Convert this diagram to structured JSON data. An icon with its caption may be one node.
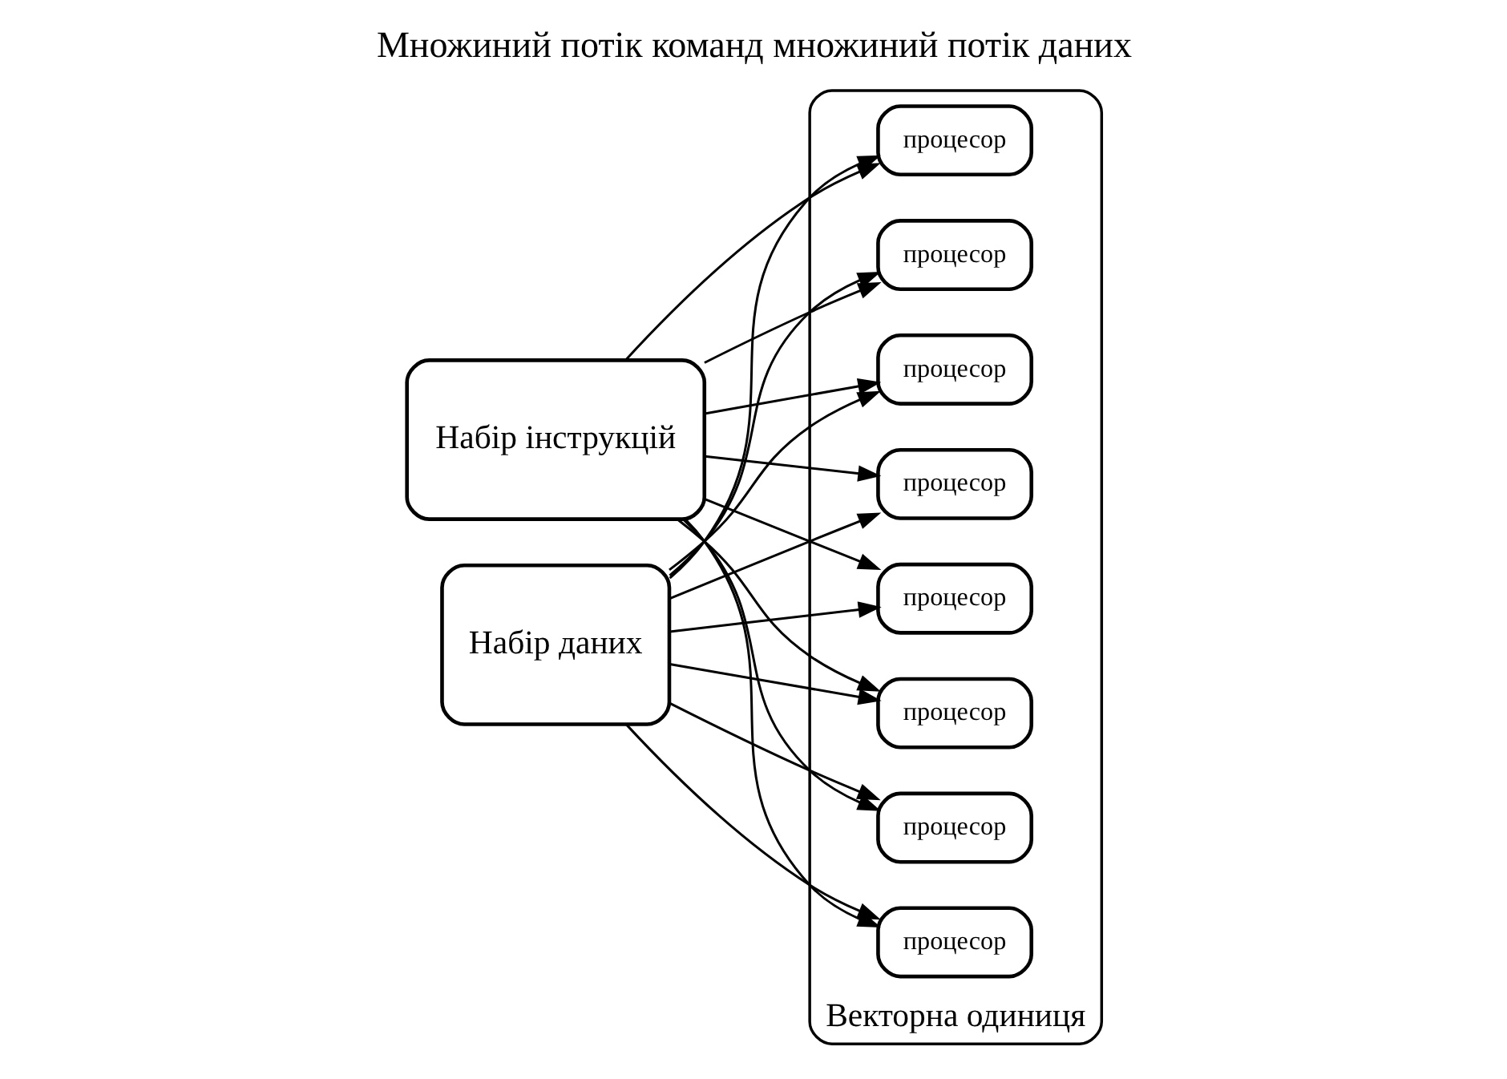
{
  "diagram": {
    "title": "Множиний потік команд множиний потік даних",
    "nodes": [
      {
        "text": [
          "Набір інструкцій"
        ]
      },
      {
        "text": [
          "Набір даних"
        ]
      },
      {
        "text": [
          "Векторна одиниця"
        ]
      },
      {
        "text": [
          "процесор"
        ],
        "in": 2
      },
      {
        "text": [
          "процесор"
        ],
        "in": 2
      },
      {
        "text": [
          "процесор"
        ],
        "in": 2
      },
      {
        "text": [
          "процесор"
        ],
        "in": 2
      },
      {
        "text": [
          "процесор"
        ],
        "in": 2
      },
      {
        "text": [
          "процесор"
        ],
        "in": 2
      },
      {
        "text": [
          "процесор"
        ],
        "in": 2
      },
      {
        "text": [
          "процесор"
        ],
        "in": 2
      }
    ],
    "edges": [
      {
        "from": 1,
        "to": 3,
        "arrow": "to"
      },
      {
        "from": 1,
        "to": 4,
        "arrow": "to"
      },
      {
        "from": 1,
        "to": 5,
        "arrow": "to"
      },
      {
        "from": 1,
        "to": 6,
        "arrow": "to"
      },
      {
        "from": 1,
        "to": 7,
        "arrow": "to"
      },
      {
        "from": 1,
        "to": 8,
        "arrow": "to"
      },
      {
        "from": 1,
        "to": 9,
        "arrow": "to"
      },
      {
        "from": 1,
        "to": 10,
        "arrow": "to"
      },
      {
        "from": 0,
        "to": 3,
        "arrow": "to"
      },
      {
        "from": 0,
        "to": 4,
        "arrow": "to"
      },
      {
        "from": 0,
        "to": 5,
        "arrow": "to"
      },
      {
        "from": 0,
        "to": 6,
        "arrow": "to"
      },
      {
        "from": 0,
        "to": 7,
        "arrow": "to"
      },
      {
        "from": 0,
        "to": 8,
        "arrow": "to"
      },
      {
        "from": 0,
        "to": 9,
        "arrow": "to"
      },
      {
        "from": 0,
        "to": 10,
        "arrow": "to"
      }
    ]
  }
}
